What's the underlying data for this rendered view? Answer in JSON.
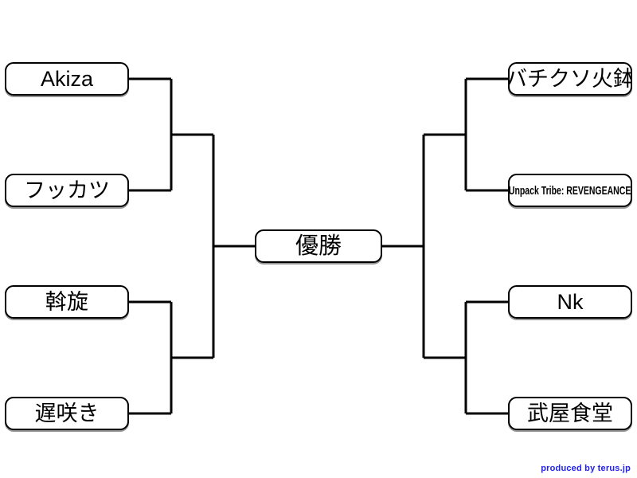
{
  "page": {
    "title": "トーナメント表",
    "background_color": "#ffffff",
    "line_color": "#000000",
    "box_border_color": "#000000",
    "box_fill_color": "#ffffff"
  },
  "bracket": {
    "final_label": "優勝",
    "left": {
      "semifinal_top": [
        {
          "id": "left-1",
          "label": "Akiza"
        },
        {
          "id": "left-2",
          "label": "フッカツ"
        }
      ],
      "semifinal_bottom": [
        {
          "id": "left-3",
          "label": "斡旋"
        },
        {
          "id": "left-4",
          "label": "遅咲き"
        }
      ]
    },
    "right": {
      "semifinal_top": [
        {
          "id": "right-1",
          "label": "バチクソ火鉢"
        },
        {
          "id": "right-2",
          "label": "Unpack Tribe: REVENGEANCE"
        }
      ],
      "semifinal_bottom": [
        {
          "id": "right-3",
          "label": "Nk"
        },
        {
          "id": "right-4",
          "label": "武屋食堂"
        }
      ]
    }
  },
  "footer": {
    "credit": "produced by terus.jp",
    "credit_color": "#2222ee"
  }
}
